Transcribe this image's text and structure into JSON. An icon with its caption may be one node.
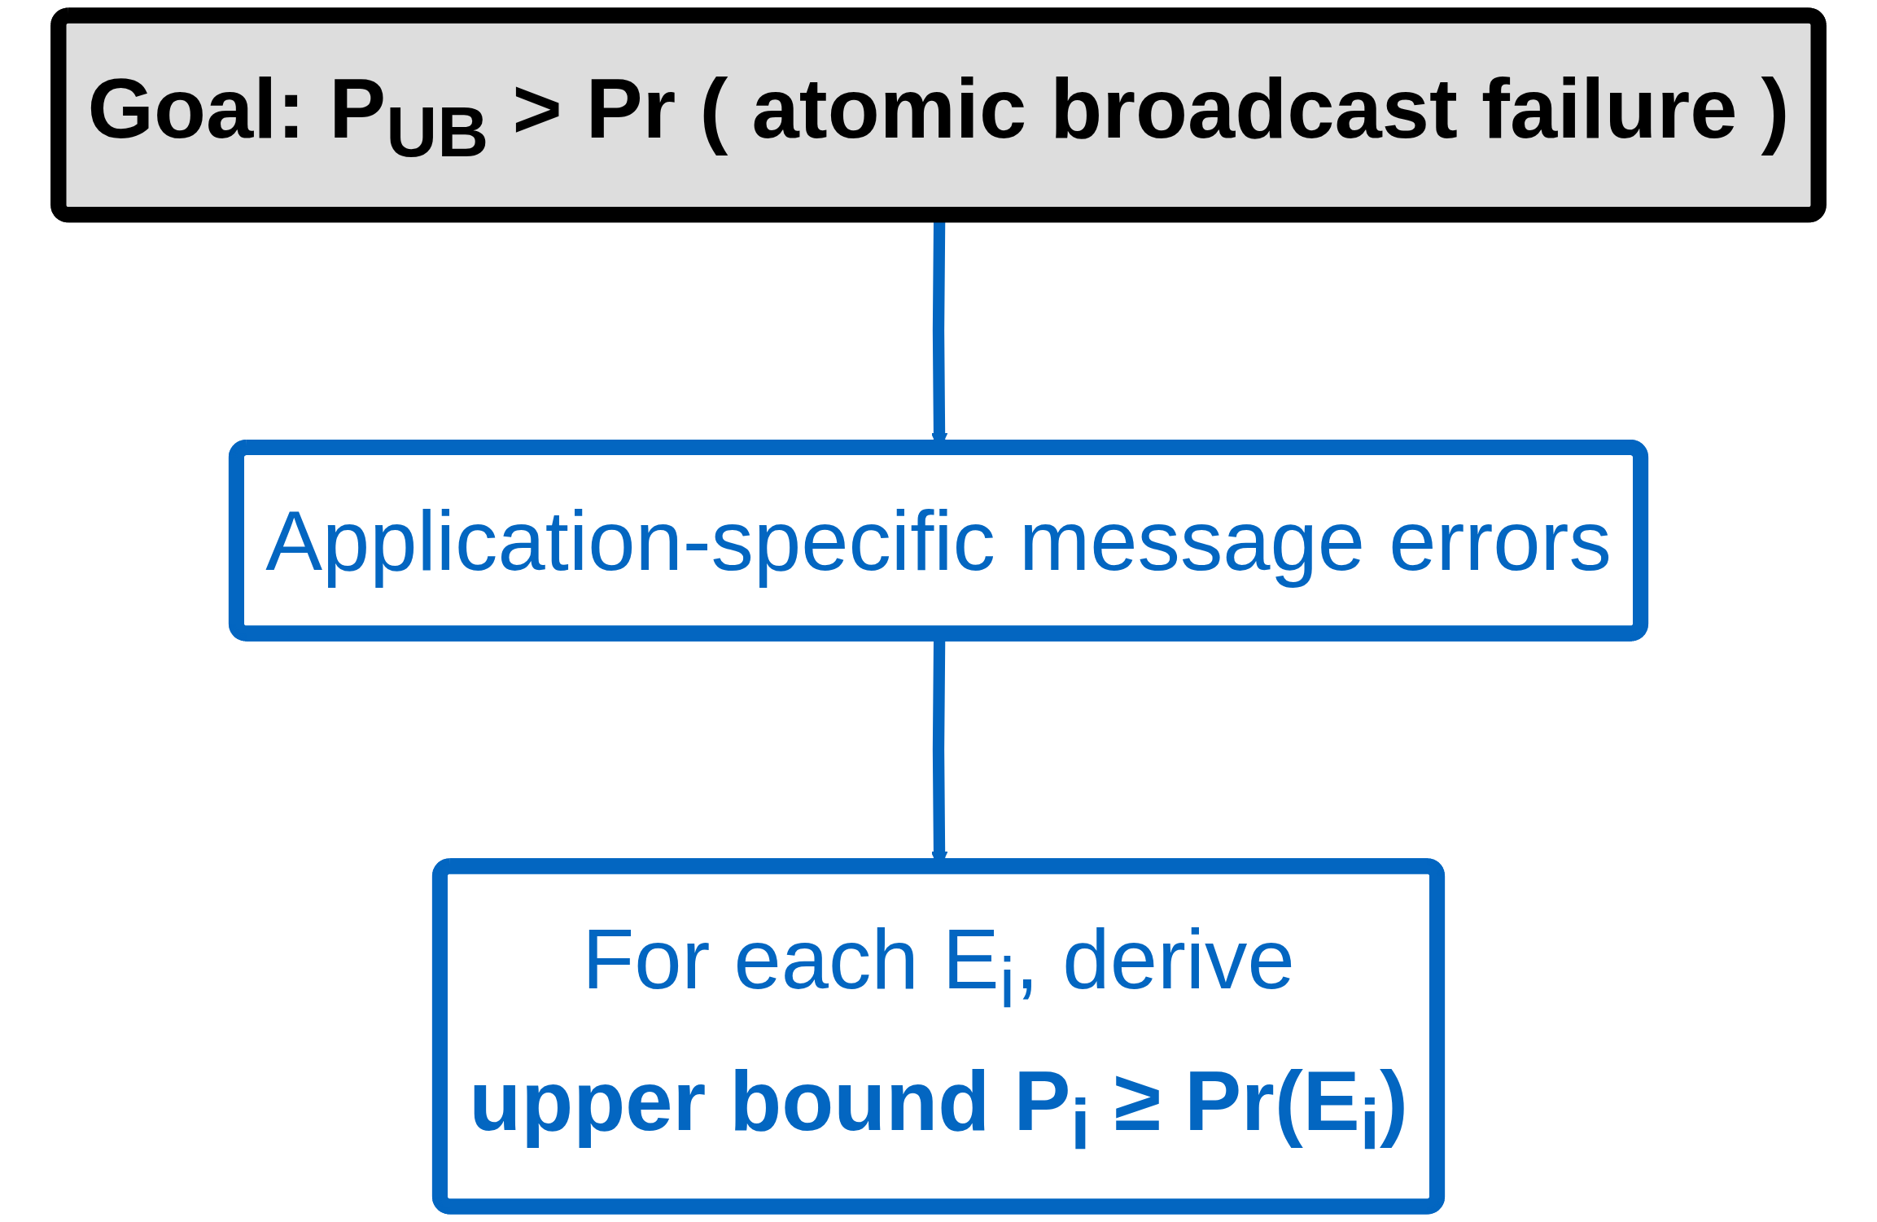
{
  "diagram": {
    "nodes": [
      {
        "text": [
          "Goal: P$_{UB}$ > Pr ( atomic broadcast failure )"
        ]
      },
      {
        "text": [
          "Application-specific message errors"
        ]
      },
      {
        "text": [
          "For each E$_{i}$, derive",
          "upper bound P$_{i}$ ≥ Pr(E$_{i}$)"
        ]
      }
    ],
    "edges": [
      {
        "from": 0,
        "to": 1,
        "arrow": "to"
      },
      {
        "from": 1,
        "to": 2,
        "arrow": "to"
      }
    ]
  }
}
